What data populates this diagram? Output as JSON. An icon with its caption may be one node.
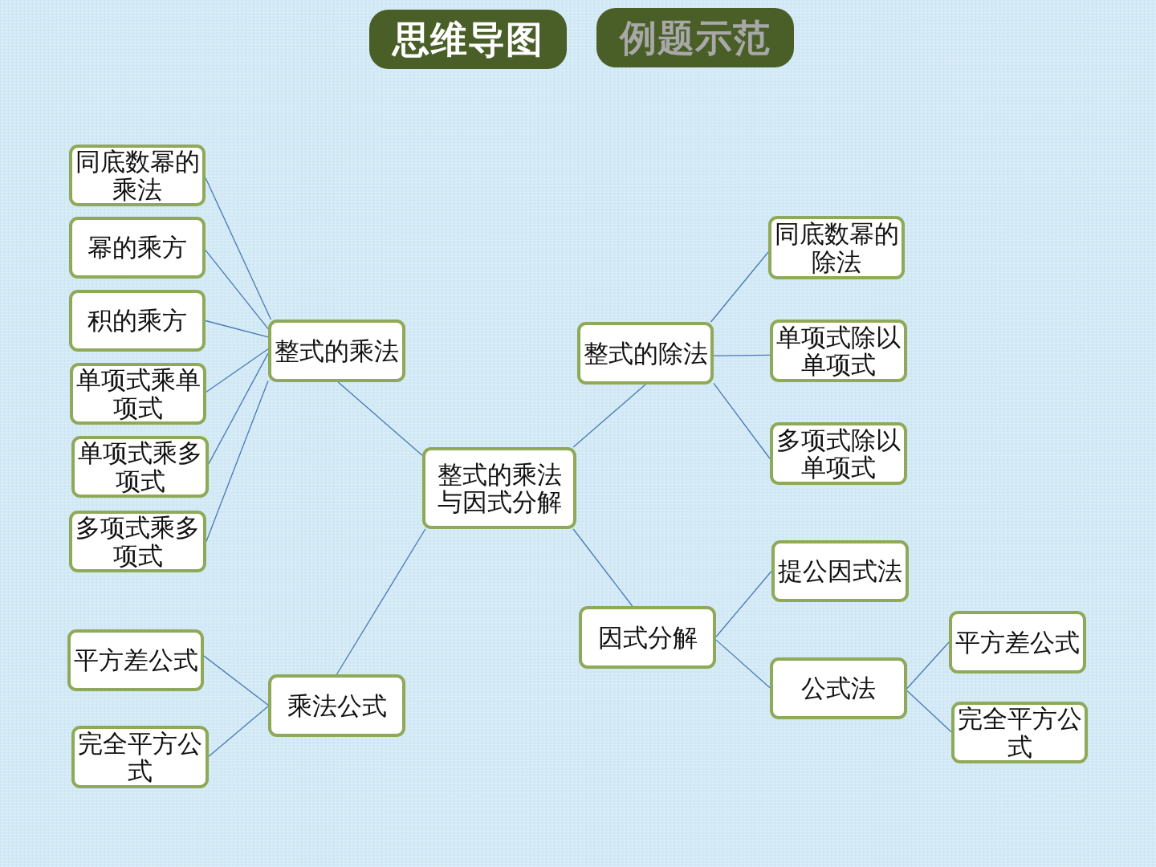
{
  "diagram": {
    "nodes": [
      {
        "text": [
          "思维导图"
        ]
      },
      {
        "text": [
          "例题示范"
        ]
      },
      {
        "text": [
          "同底数幂的乘法"
        ]
      },
      {
        "text": [
          "幂的乘方"
        ]
      },
      {
        "text": [
          "积的乘方"
        ]
      },
      {
        "text": [
          "单项式乘单项式"
        ]
      },
      {
        "text": [
          "单项式乘多项式"
        ]
      },
      {
        "text": [
          "多项式乘多项式"
        ]
      },
      {
        "text": [
          "平方差公式"
        ]
      },
      {
        "text": [
          "完全平方公式"
        ]
      },
      {
        "text": [
          "整式的乘法"
        ]
      },
      {
        "text": [
          "乘法公式"
        ]
      },
      {
        "text": [
          "整式的乘法与因式分解"
        ]
      },
      {
        "text": [
          "整式的除法"
        ]
      },
      {
        "text": [
          "因式分解"
        ]
      },
      {
        "text": [
          "同底数幂的除法"
        ]
      },
      {
        "text": [
          "单项式除以单项式"
        ]
      },
      {
        "text": [
          "多项式除以单项式"
        ]
      },
      {
        "text": [
          "提公因式法"
        ]
      },
      {
        "text": [
          "公式法"
        ]
      },
      {
        "text": [
          "平方差公式"
        ]
      },
      {
        "text": [
          "完全平方公式"
        ]
      }
    ],
    "edges": [
      {
        "from": 12,
        "to": 10,
        "arrow": "none"
      },
      {
        "from": 12,
        "to": 11,
        "arrow": "none"
      },
      {
        "from": 12,
        "to": 13,
        "arrow": "none"
      },
      {
        "from": 12,
        "to": 14,
        "arrow": "none"
      },
      {
        "from": 10,
        "to": 2,
        "arrow": "none"
      },
      {
        "from": 10,
        "to": 3,
        "arrow": "none"
      },
      {
        "from": 10,
        "to": 4,
        "arrow": "none"
      },
      {
        "from": 10,
        "to": 5,
        "arrow": "none"
      },
      {
        "from": 10,
        "to": 6,
        "arrow": "none"
      },
      {
        "from": 10,
        "to": 7,
        "arrow": "none"
      },
      {
        "from": 11,
        "to": 8,
        "arrow": "none"
      },
      {
        "from": 11,
        "to": 9,
        "arrow": "none"
      },
      {
        "from": 13,
        "to": 15,
        "arrow": "none"
      },
      {
        "from": 13,
        "to": 16,
        "arrow": "none"
      },
      {
        "from": 13,
        "to": 17,
        "arrow": "none"
      },
      {
        "from": 14,
        "to": 18,
        "arrow": "none"
      },
      {
        "from": 14,
        "to": 19,
        "arrow": "none"
      },
      {
        "from": 19,
        "to": 20,
        "arrow": "none"
      },
      {
        "from": 19,
        "to": 21,
        "arrow": "none"
      }
    ]
  }
}
